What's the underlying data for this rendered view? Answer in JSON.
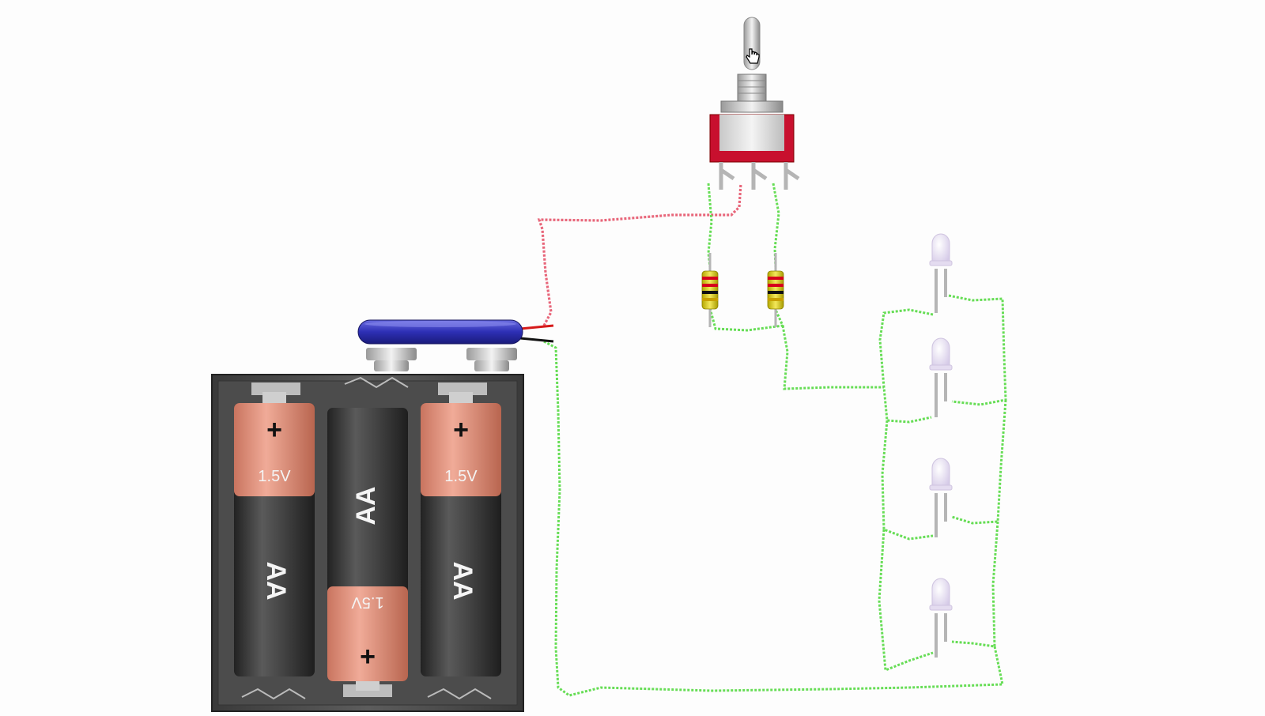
{
  "battery_holder": {
    "cells": [
      {
        "voltage": "1.5V",
        "size": "AA",
        "polarity": "+",
        "orientation": "up"
      },
      {
        "voltage": "1.5V",
        "size": "AA",
        "polarity": "+",
        "orientation": "down"
      },
      {
        "voltage": "1.5V",
        "size": "AA",
        "polarity": "+",
        "orientation": "up"
      }
    ]
  },
  "colors": {
    "wire_positive": "#e8667a",
    "wire_active": "#66dd55",
    "switch_body": "#c8102e",
    "battery_cap": "#2d2fb5",
    "cell_band": "#e0907c",
    "cell_body": "#3c3c3c",
    "holder": "#4a4a4a",
    "led_off": "#e4dcf0"
  },
  "switch": {
    "state": "toggled"
  },
  "resistors": [
    {
      "bands": [
        "#d6001c",
        "#d6001c",
        "#111111",
        "#c8a000"
      ]
    },
    {
      "bands": [
        "#d6001c",
        "#d6001c",
        "#111111",
        "#c8a000"
      ]
    }
  ],
  "leds": [
    {
      "state": "off"
    },
    {
      "state": "off"
    },
    {
      "state": "off"
    },
    {
      "state": "off"
    }
  ]
}
